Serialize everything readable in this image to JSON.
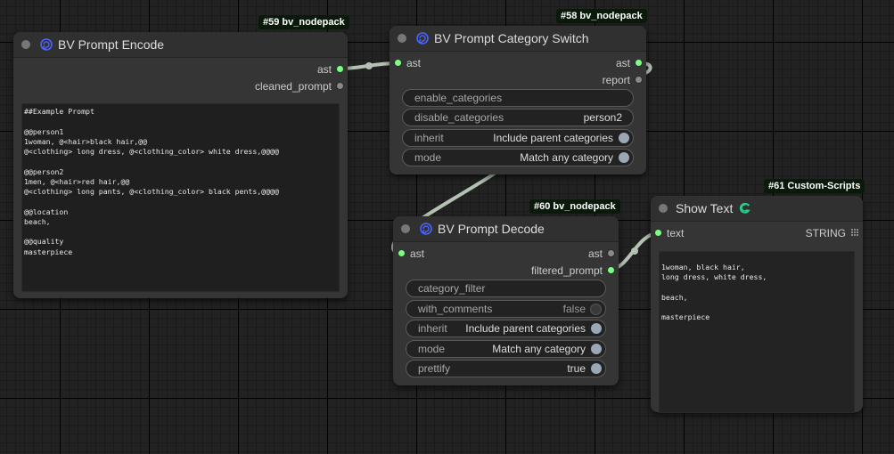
{
  "badges": {
    "encode": "#59 bv_nodepack",
    "switch": "#58 bv_nodepack",
    "decode": "#60 bv_nodepack",
    "show": "#61 Custom-Scripts"
  },
  "nodes": {
    "encode": {
      "title": "BV Prompt Encode",
      "outputs": [
        "ast",
        "cleaned_prompt"
      ],
      "prompt_text": "##Example Prompt\n\n@@person1\n1woman, @<hair>black hair,@@\n@<clothing> long dress, @<clothing_color> white dress,@@@@\n\n@@person2\n1men, @<hair>red hair,@@\n@<clothing> long pants, @<clothing_color> black pents,@@@@\n\n@@location\nbeach,\n\n@@quality\nmasterpiece"
    },
    "switch": {
      "title": "BV Prompt Category Switch",
      "inputs": [
        "ast"
      ],
      "outputs": [
        "ast",
        "report"
      ],
      "widgets": [
        {
          "label": "enable_categories",
          "value": ""
        },
        {
          "label": "disable_categories",
          "value": "person2"
        },
        {
          "label": "inherit",
          "value": "Include parent categories"
        },
        {
          "label": "mode",
          "value": "Match any category"
        }
      ]
    },
    "decode": {
      "title": "BV Prompt Decode",
      "inputs": [
        "ast"
      ],
      "outputs": [
        "ast",
        "filtered_prompt"
      ],
      "widgets": [
        {
          "label": "category_filter",
          "value": ""
        },
        {
          "label": "with_comments",
          "value": "false"
        },
        {
          "label": "inherit",
          "value": "Include parent categories"
        },
        {
          "label": "mode",
          "value": "Match any category"
        },
        {
          "label": "prettify",
          "value": "true"
        }
      ]
    },
    "show": {
      "title": "Show Text",
      "inputs": [
        "text"
      ],
      "type": "STRING",
      "output_text": "1woman, black hair,\nlong dress, white dress,\n\nbeach,\n\nmasterpiece"
    }
  },
  "colors": {
    "canvas": "#222222",
    "node_body": "#353535",
    "node_title": "#303030",
    "link": "#b4c2b4",
    "port_live": "#7dff85",
    "port_idle": "#8a8a8a",
    "bv_icon": "#4a63ff",
    "scripts_icon": "#2ecc8a"
  },
  "icons": {
    "bv": "spiral-icon",
    "scripts": "snake-icon"
  }
}
